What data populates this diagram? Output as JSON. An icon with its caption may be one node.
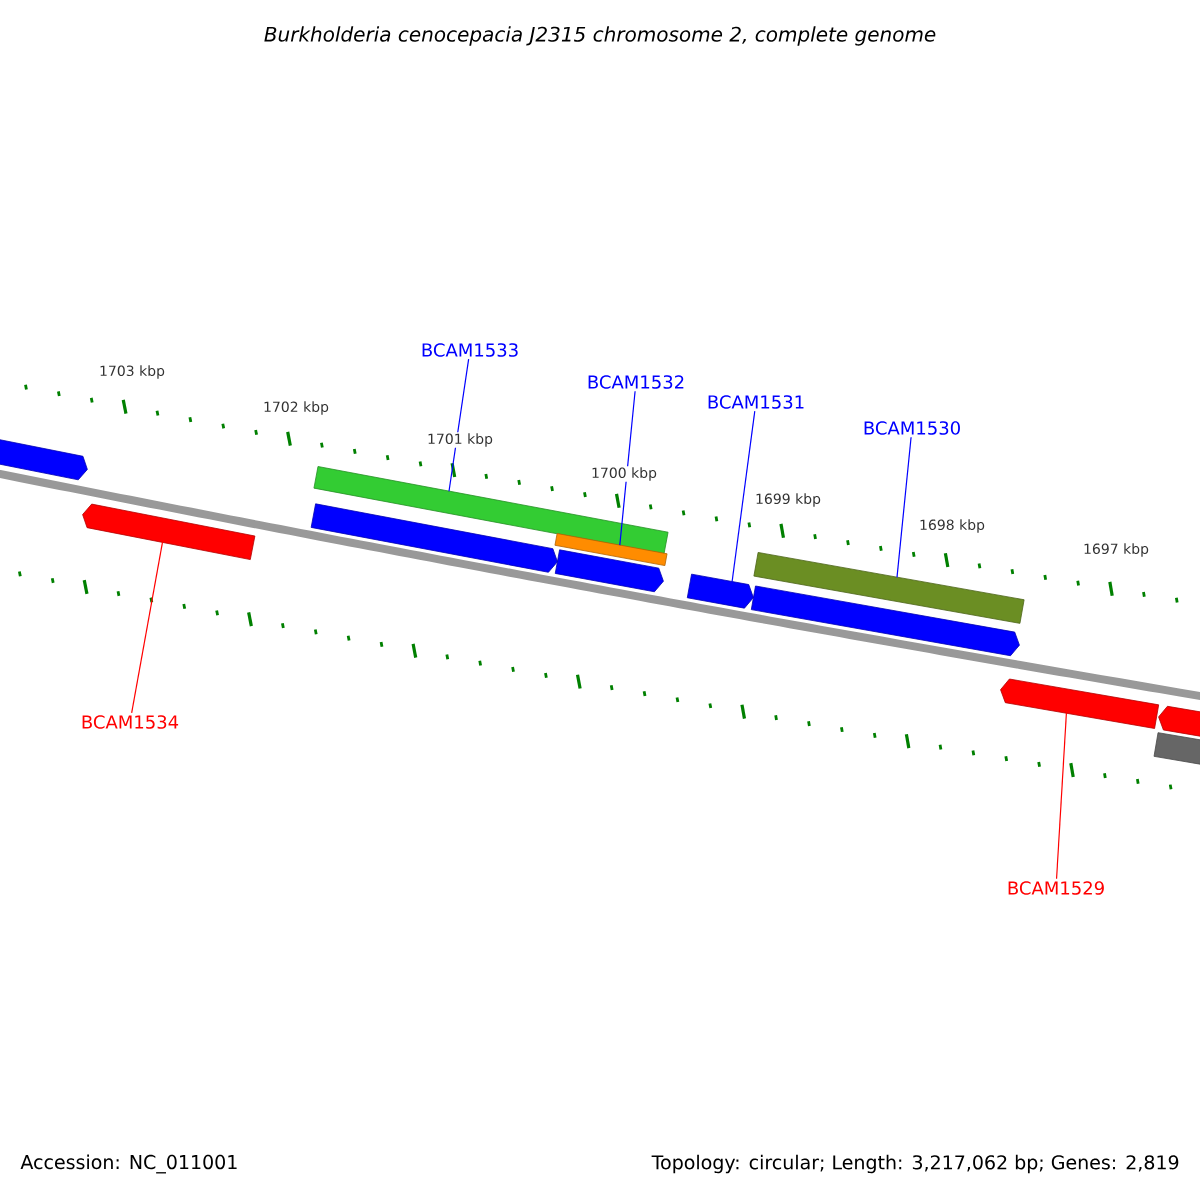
{
  "diagram": {
    "title": "Burkholderia cenocepacia J2315 chromosome 2, complete genome",
    "nodes": [
      {
        "text": [
          "BCAM1533"
        ]
      },
      {
        "text": [
          "BCAM1532"
        ]
      },
      {
        "text": [
          "BCAM1531"
        ]
      },
      {
        "text": [
          "BCAM1530"
        ]
      },
      {
        "text": [
          "BCAM1534"
        ]
      },
      {
        "text": [
          "BCAM1529"
        ]
      },
      {
        "text": [],
        "shape": "arrow"
      },
      {
        "text": [],
        "shape": "arrow"
      },
      {
        "text": [],
        "shape": "bar"
      },
      {
        "text": [],
        "shape": "arrow"
      },
      {
        "text": [],
        "shape": "bar"
      },
      {
        "text": [],
        "shape": "arrow"
      },
      {
        "text": [],
        "shape": "arrow"
      },
      {
        "text": [],
        "shape": "bar"
      },
      {
        "text": [],
        "shape": "arrow"
      },
      {
        "text": [],
        "shape": "arrow"
      },
      {
        "text": [],
        "shape": "arrow"
      },
      {
        "text": [],
        "shape": "bar"
      }
    ],
    "edges": [
      {
        "from": 0,
        "to": 8,
        "arrow": "none"
      },
      {
        "from": 1,
        "to": 10,
        "arrow": "none"
      },
      {
        "from": 2,
        "to": 12,
        "arrow": "none"
      },
      {
        "from": 3,
        "to": 13,
        "arrow": "none"
      },
      {
        "from": 4,
        "to": 7,
        "arrow": "none",
        "color": "#ff0000"
      },
      {
        "from": 5,
        "to": 15,
        "arrow": "none",
        "color": "#ff0000"
      }
    ],
    "labels": [
      "1703 kbp",
      "1702 kbp",
      "1701 kbp",
      "1700 kbp",
      "1699 kbp",
      "1698 kbp",
      "1697 kbp",
      "Accession: NC_011001",
      "Topology: circular; Length: 3,217,062 bp; Genes: 2,819"
    ]
  }
}
